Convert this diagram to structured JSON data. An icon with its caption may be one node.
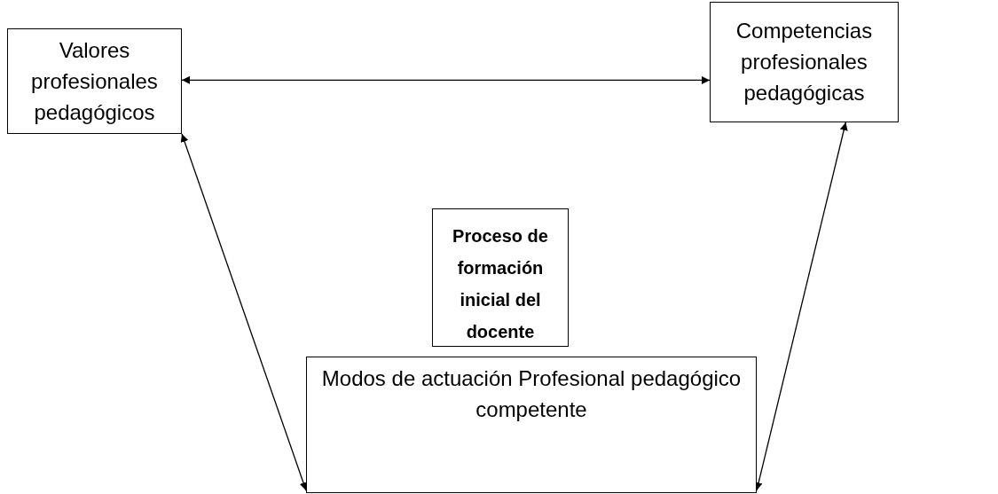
{
  "diagram": {
    "nodes": [
      {
        "text": [
          "Valores profesionales pedagógicos"
        ]
      },
      {
        "text": [
          "Competencias profesionales pedagógicas"
        ]
      },
      {
        "text": [
          "Proceso de formación inicial del docente"
        ]
      },
      {
        "text": [
          "Modos de actuación Profesional pedagógico competente"
        ]
      }
    ],
    "edges": [
      {
        "from": 0,
        "to": 1,
        "arrow": "both"
      },
      {
        "from": 0,
        "to": 3,
        "arrow": "both"
      },
      {
        "from": 1,
        "to": 3,
        "arrow": "both"
      }
    ]
  }
}
